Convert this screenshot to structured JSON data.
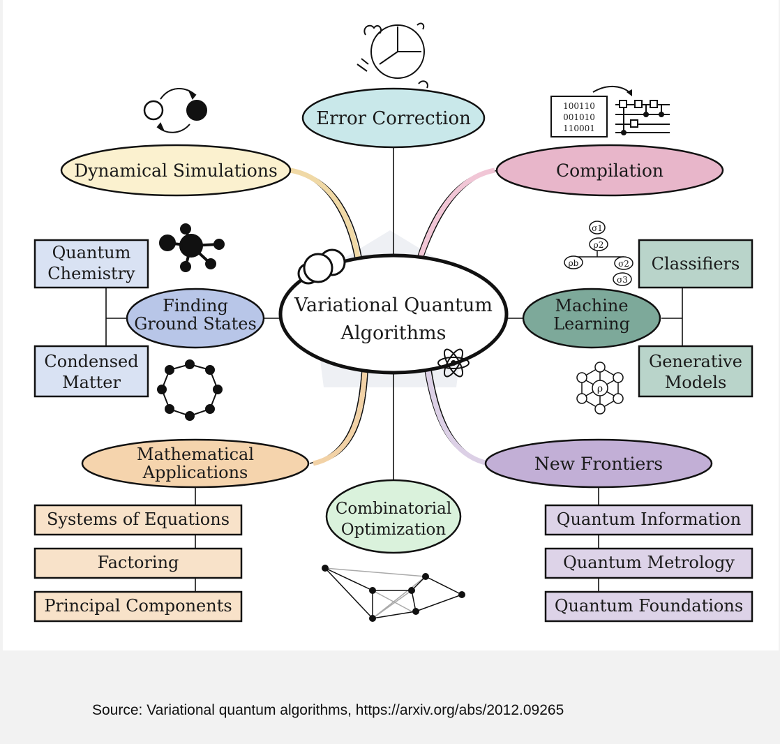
{
  "center": {
    "line1": "Variational Quantum",
    "line2": "Algorithms"
  },
  "branches": {
    "error_correction": "Error Correction",
    "dynamical_simulations": "Dynamical Simulations",
    "compilation": "Compilation",
    "finding_ground_states": [
      "Finding",
      "Ground States"
    ],
    "machine_learning": [
      "Machine",
      "Learning"
    ],
    "mathematical_applications": [
      "Mathematical",
      "Applications"
    ],
    "combinatorial_optimization": [
      "Combinatorial",
      "Optimization"
    ],
    "new_frontiers": "New Frontiers"
  },
  "boxes": {
    "quantum_chemistry": [
      "Quantum",
      "Chemistry"
    ],
    "condensed_matter": [
      "Condensed",
      "Matter"
    ],
    "classifiers": "Classifiers",
    "generative_models": [
      "Generative",
      "Models"
    ],
    "systems_of_equations": "Systems of Equations",
    "factoring": "Factoring",
    "principal_components": "Principal Components",
    "quantum_information": "Quantum Information",
    "quantum_metrology": "Quantum Metrology",
    "quantum_foundations": "Quantum Foundations"
  },
  "bitstring": [
    "100110",
    "001010",
    "110001"
  ],
  "symbols": {
    "sigma1": "σ1",
    "rho2": "ρ2",
    "rho_b": "ρb",
    "sigma2": "σ2",
    "sigma3": "σ3",
    "rho": "ρ"
  },
  "caption": "Source: Variational quantum algorithms, https://arxiv.org/abs/2012.09265",
  "colors": {
    "error_correction": "#c9e8ea",
    "dynamical_simulations": "#fbf1cf",
    "compilation": "#e8b6ca",
    "ground_states": "#b8c6e8",
    "ground_boxes": "#d9e2f3",
    "machine_learning": "#7da99a",
    "ml_boxes": "#b9d4ca",
    "math_apps": "#f5d4ad",
    "math_boxes": "#f8e2c9",
    "combinatorial": "#daf2dc",
    "new_frontiers": "#c2afd6",
    "frontier_boxes": "#ddd3e8"
  }
}
